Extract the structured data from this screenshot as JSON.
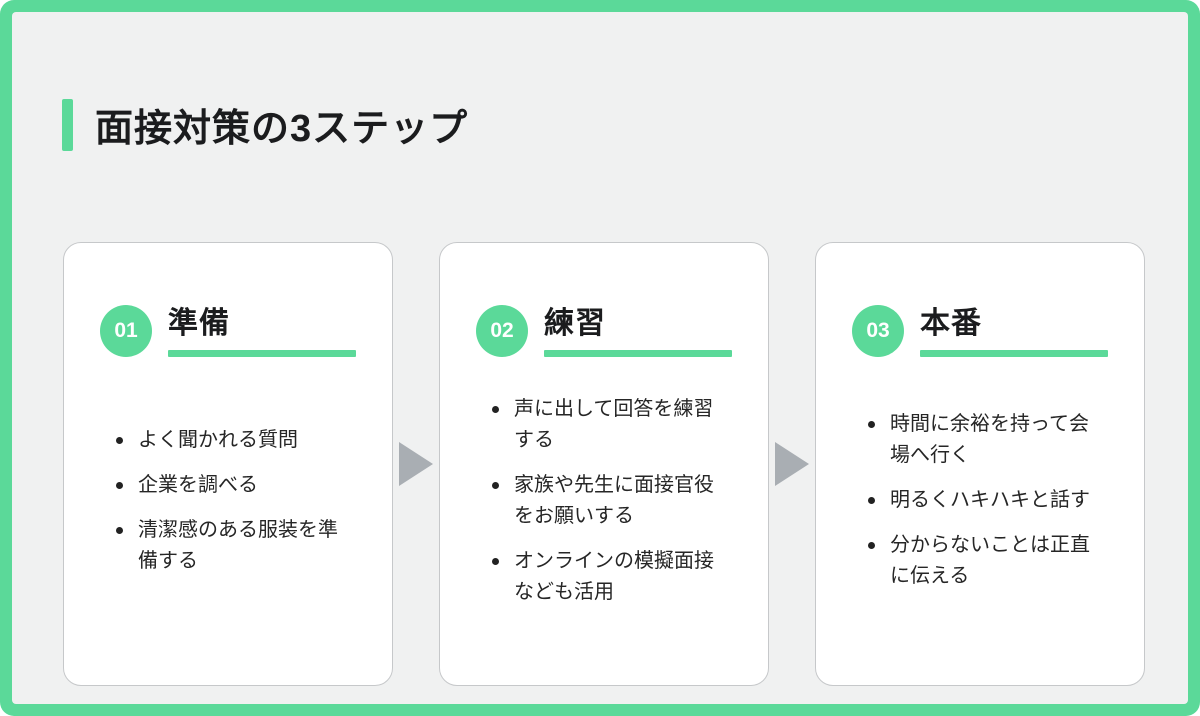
{
  "page": {
    "title": "面接対策の3ステップ",
    "accent_color": "#5BD999",
    "panel_background": "#F0F1F1",
    "arrow_color": "#A9AEB3"
  },
  "steps": [
    {
      "number": "01",
      "heading": "準備",
      "bullets": [
        "よく聞かれる質問",
        "企業を調べる",
        "清潔感のある服装を準備する"
      ]
    },
    {
      "number": "02",
      "heading": "練習",
      "bullets": [
        "声に出して回答を練習する",
        "家族や先生に面接官役をお願いする",
        "オンラインの模擬面接なども活用"
      ]
    },
    {
      "number": "03",
      "heading": "本番",
      "bullets": [
        "時間に余裕を持って会場へ行く",
        "明るくハキハキと話す",
        "分からないことは正直に伝える"
      ]
    }
  ]
}
